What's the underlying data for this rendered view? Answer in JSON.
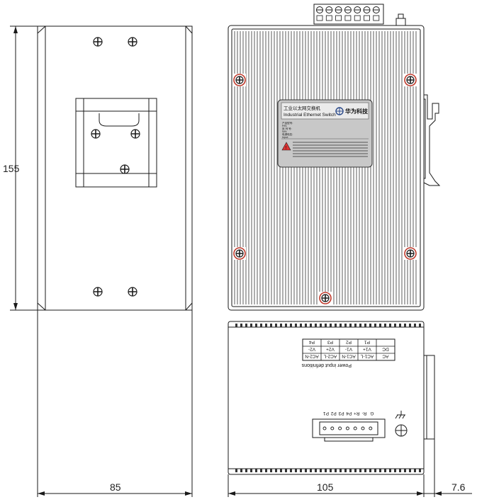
{
  "dimensions": {
    "height": "155",
    "width_side": "85",
    "width_bottom": "105",
    "depth": "7.6"
  },
  "label": {
    "title_cn": "工业以太网交换机",
    "title_en": "Industrial Ethernet Switch",
    "brand": "华为科技",
    "lines": [
      "产品型号:",
      "P/N:",
      "序 列 号:",
      "S/N:",
      "电源电压:",
      "Input:"
    ]
  },
  "power_table": {
    "caption": "Power input definitions",
    "row1": [
      "AC",
      "AC1-L",
      "AC1-N",
      "AC2-L",
      "AC2-N"
    ],
    "row2": [
      "DC",
      "V1+",
      "V1-",
      "V2+",
      "V2-"
    ],
    "row3": [
      "",
      "P1",
      "P2",
      "P3",
      "P4"
    ]
  },
  "terminal_labels": [
    "P1",
    "P2",
    "P3",
    "P4",
    "R+",
    "R-",
    "G"
  ],
  "colors": {
    "line": "#1a1a1a",
    "screw_accent": "#c0392b",
    "label_bg": "#c8c8c8"
  },
  "icons": [
    "crosshair-screw-icon",
    "ground-symbol-icon",
    "warning-icon"
  ]
}
